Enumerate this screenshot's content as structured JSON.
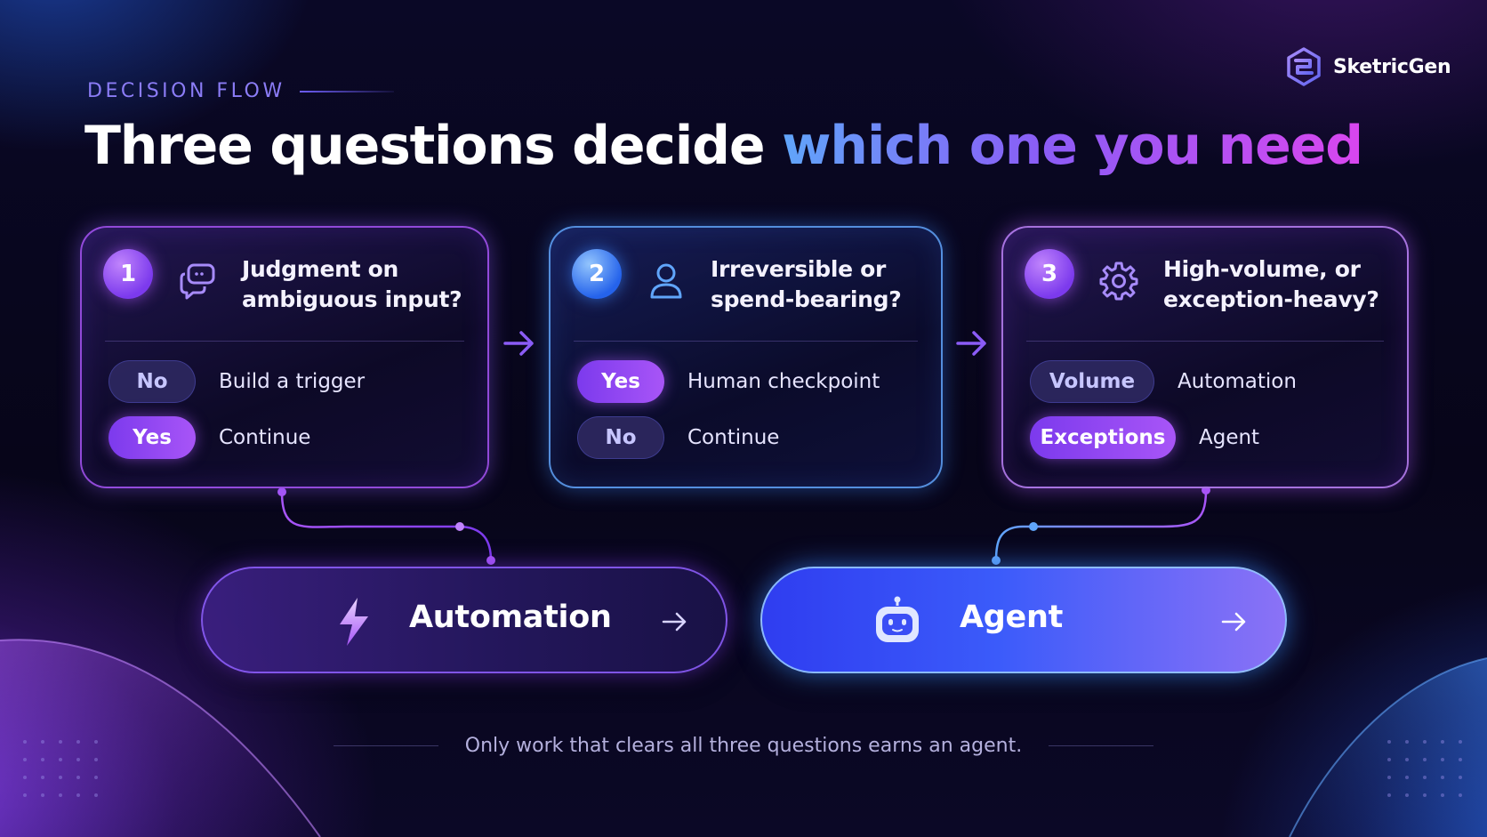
{
  "brand": {
    "name": "SketricGen",
    "logo": "sketricgen-logo-icon"
  },
  "eyebrow": "DECISION FLOW",
  "title": {
    "part1": "Three questions decide ",
    "part2": "which one you need"
  },
  "steps": [
    {
      "number": "1",
      "icon": "chat-bubbles-icon",
      "question": [
        "Judgment on",
        "ambiguous input?"
      ],
      "options": [
        {
          "pill": "No",
          "style": "dim",
          "result": "Build a trigger"
        },
        {
          "pill": "Yes",
          "style": "bright",
          "result": "Continue"
        }
      ]
    },
    {
      "number": "2",
      "icon": "person-icon",
      "question": [
        "Irreversible or",
        "spend-bearing?"
      ],
      "options": [
        {
          "pill": "Yes",
          "style": "bright",
          "result": "Human checkpoint"
        },
        {
          "pill": "No",
          "style": "dim",
          "result": "Continue"
        }
      ]
    },
    {
      "number": "3",
      "icon": "gear-icon",
      "question": [
        "High-volume, or",
        "exception-heavy?"
      ],
      "options": [
        {
          "pill": "Volume",
          "style": "dim",
          "result": "Automation"
        },
        {
          "pill": "Exceptions",
          "style": "bright",
          "result": "Agent"
        }
      ]
    }
  ],
  "outcomes": [
    {
      "label": "Automation",
      "icon": "lightning-bolt-icon"
    },
    {
      "label": "Agent",
      "icon": "robot-icon"
    }
  ],
  "footer": "Only work that clears all three questions earns an agent.",
  "colors": {
    "accent_purple": "#a855f7",
    "accent_blue": "#3b82f6",
    "background": "#070519"
  }
}
